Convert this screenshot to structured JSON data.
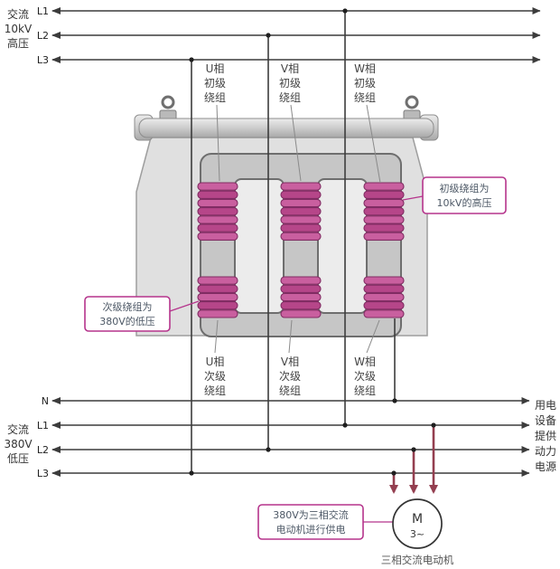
{
  "colors": {
    "line": "#3c3c3c",
    "coil_fill": "#c2559b",
    "coil_dark": "#812c63",
    "callout_border": "#b5348c",
    "motor_arrow_red": "#943f50",
    "tank_gray": "#e0e0e0",
    "core_gray": "#c6c6c6"
  },
  "top_bus": {
    "side_label_rows": [
      "交流",
      "10kV",
      "高压"
    ],
    "line_labels": [
      "L1",
      "L2",
      "L3"
    ]
  },
  "bottom_bus": {
    "side_label_rows": [
      "交流",
      "380V",
      "低压"
    ],
    "line_labels": [
      "N",
      "L1",
      "L2",
      "L3"
    ]
  },
  "right_label_rows": [
    "用电",
    "设备",
    "提供",
    "动力",
    "电源"
  ],
  "windings": {
    "u_primary": [
      "U相",
      "初级",
      "绕组"
    ],
    "v_primary": [
      "V相",
      "初级",
      "绕组"
    ],
    "w_primary": [
      "W相",
      "初级",
      "绕组"
    ],
    "u_secondary": [
      "U相",
      "次级",
      "绕组"
    ],
    "v_secondary": [
      "V相",
      "次级",
      "绕组"
    ],
    "w_secondary": [
      "W相",
      "次级",
      "绕组"
    ]
  },
  "callouts": {
    "primary": [
      "初级绕组为",
      "10kV的高压"
    ],
    "secondary": [
      "次级绕组为",
      "380V的低压"
    ],
    "motor": [
      "380V为三相交流",
      "电动机进行供电"
    ]
  },
  "motor": {
    "symbol": "M",
    "phase": "3~",
    "caption": "三相交流电动机"
  }
}
